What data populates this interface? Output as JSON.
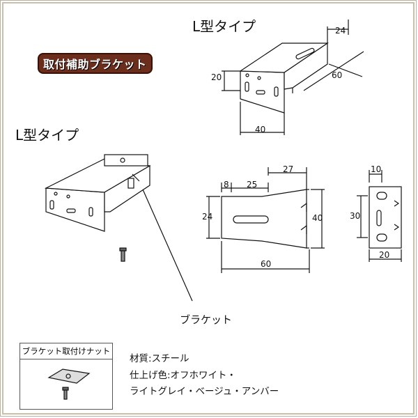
{
  "labels": {
    "title_top": "L型タイプ",
    "title_left": "L型タイプ",
    "badge": "取付補助ブラケット",
    "bracket_caption": "ブラケット",
    "nut_label": "ブラケット取付けナット"
  },
  "dimensions": {
    "top_24": "24",
    "top_20": "20",
    "top_60": "60",
    "top_40": "40",
    "side_27": "27",
    "side_8": "8",
    "side_25": "25",
    "side_24": "24",
    "side_40": "40",
    "side_60": "60",
    "front_10": "10",
    "front_30": "30",
    "front_20": "20"
  },
  "specs": {
    "material": "材質:スチール",
    "finish": "仕上げ色:オフホワイト・",
    "colors": "ライトグレイ・ベージュ・アンバー"
  }
}
